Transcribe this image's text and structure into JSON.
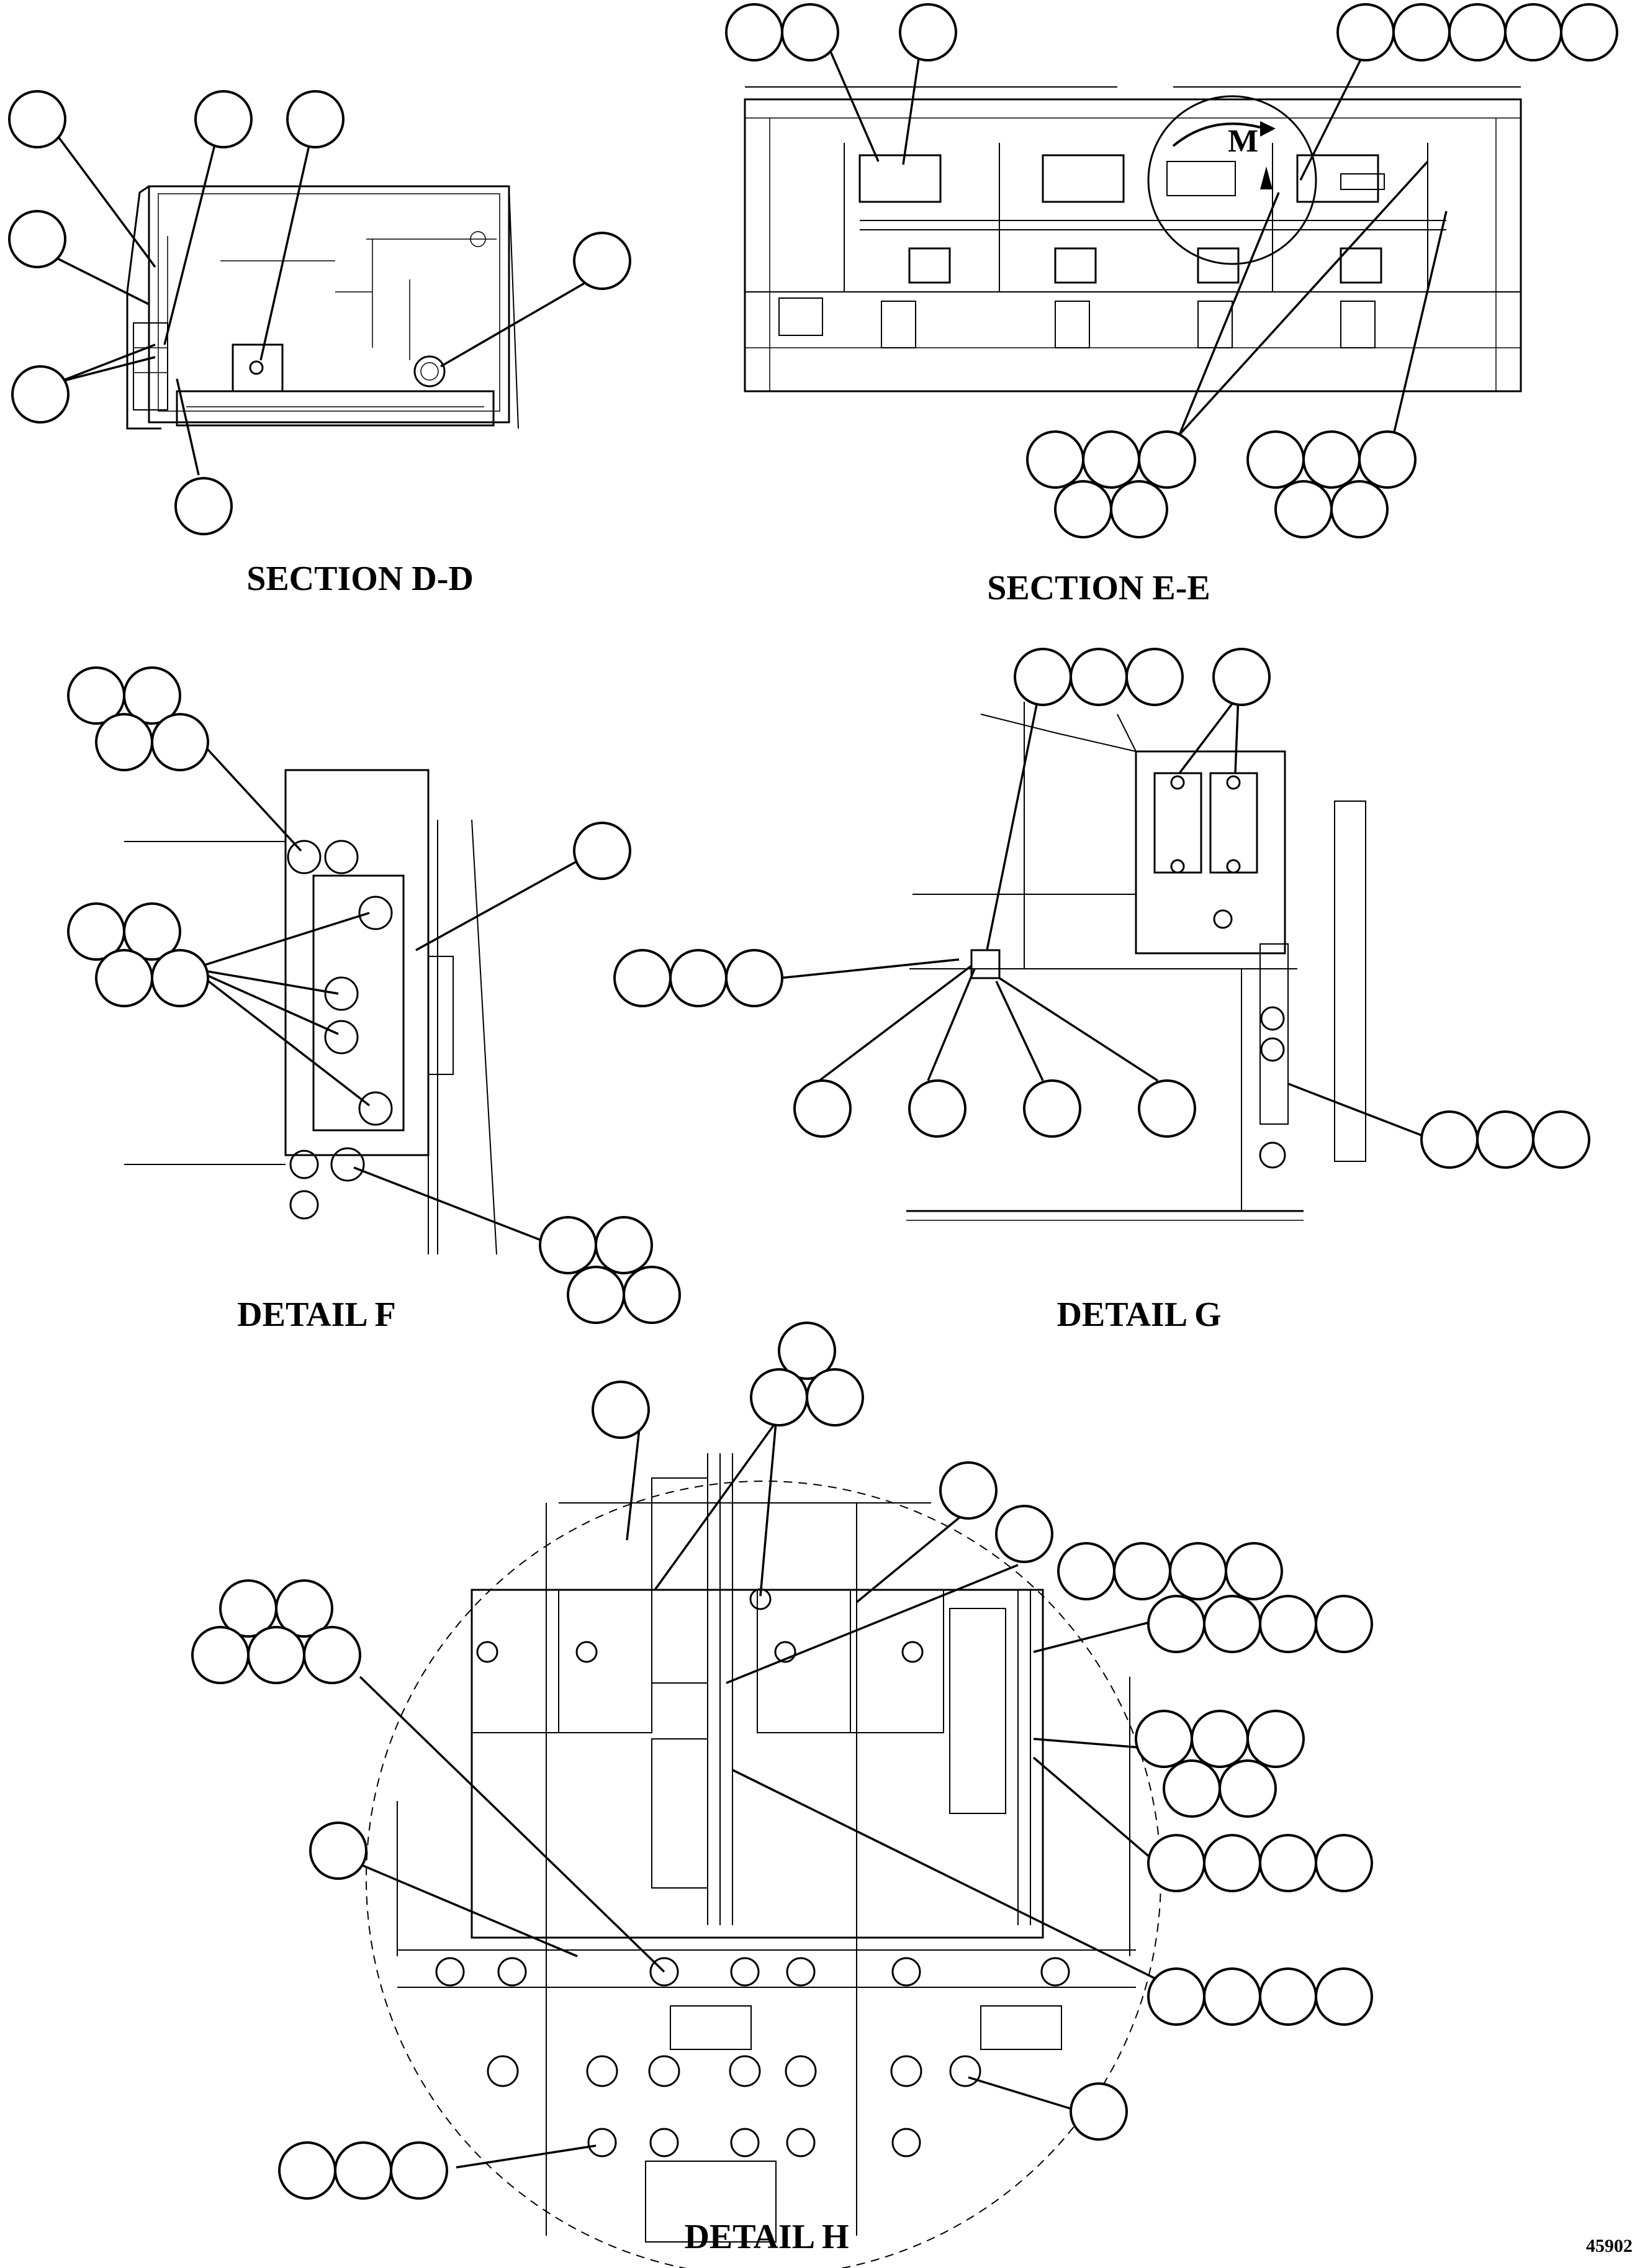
{
  "views": {
    "section_dd": {
      "title": "SECTION D-D"
    },
    "section_ee": {
      "title": "SECTION E-E",
      "view_marker": "M"
    },
    "detail_f": {
      "title": "DETAIL F"
    },
    "detail_g": {
      "title": "DETAIL G"
    },
    "detail_h": {
      "title": "DETAIL H"
    }
  },
  "figure_number": "45902"
}
